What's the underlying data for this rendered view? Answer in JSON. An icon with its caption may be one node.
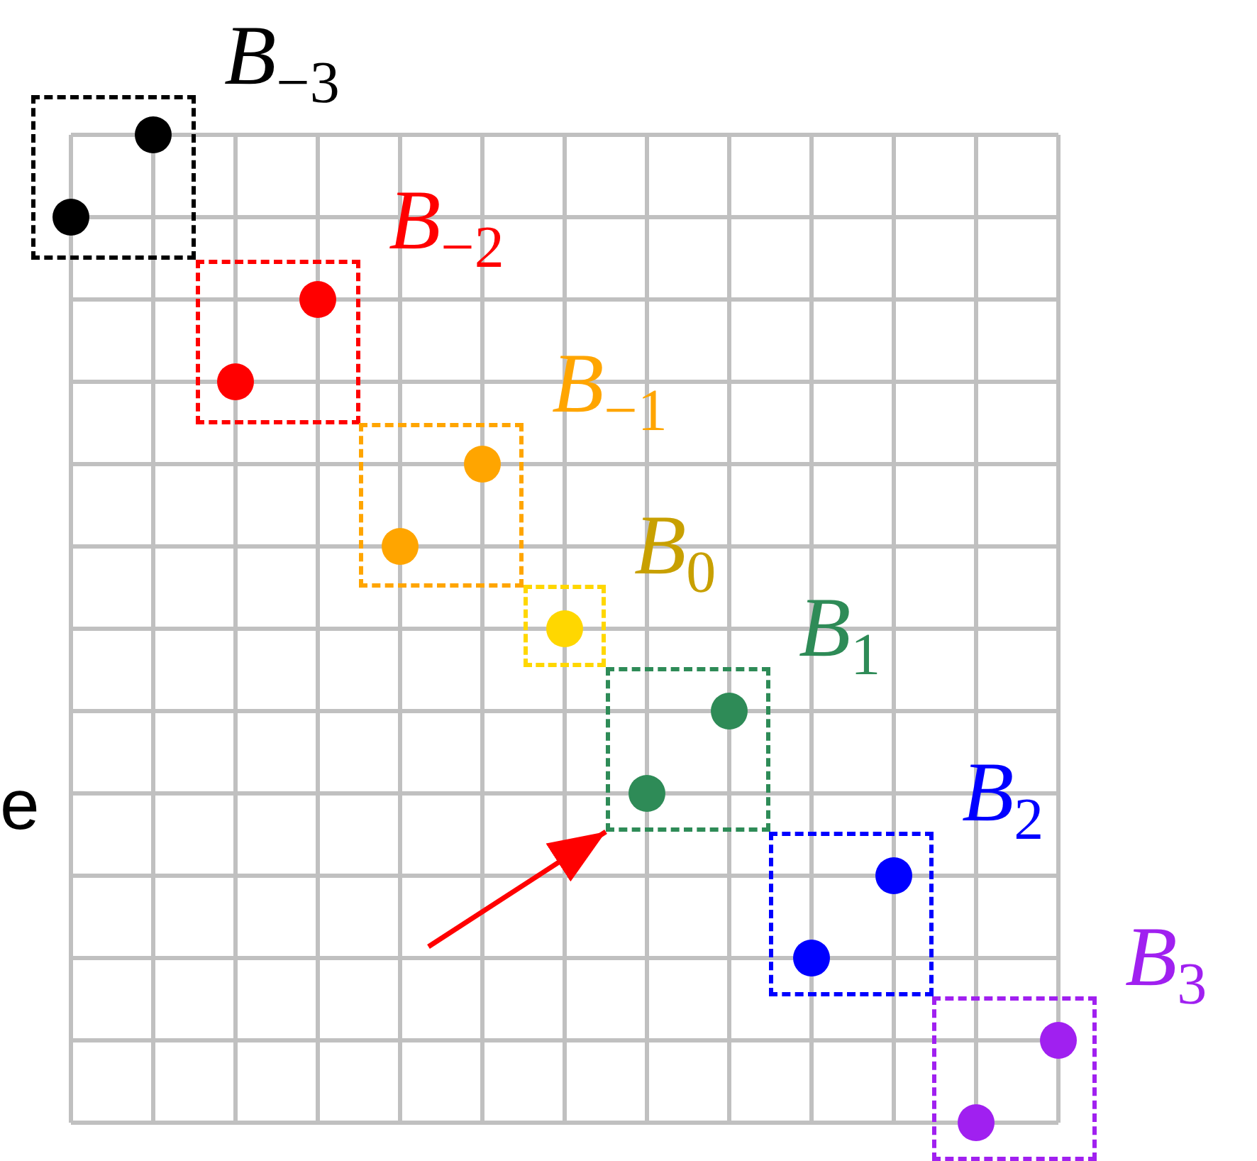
{
  "diagram": {
    "nodes": [
      {
        "text": [
          "*B*$_{−3}$"
        ]
      },
      {
        "text": [
          "*B*$_{−2}$"
        ]
      },
      {
        "text": [
          "*B*$_{−1}$"
        ]
      },
      {
        "text": [
          "*B*$_{0}$"
        ]
      },
      {
        "text": [
          "*B*$_{1}$"
        ]
      },
      {
        "text": [
          "*B*$_{2}$"
        ]
      },
      {
        "text": [
          "*B*$_{3}$"
        ]
      }
    ],
    "edges": [
      {
        "from": null,
        "to": 4,
        "arrow": "to"
      }
    ],
    "labels": [
      "e"
    ]
  }
}
